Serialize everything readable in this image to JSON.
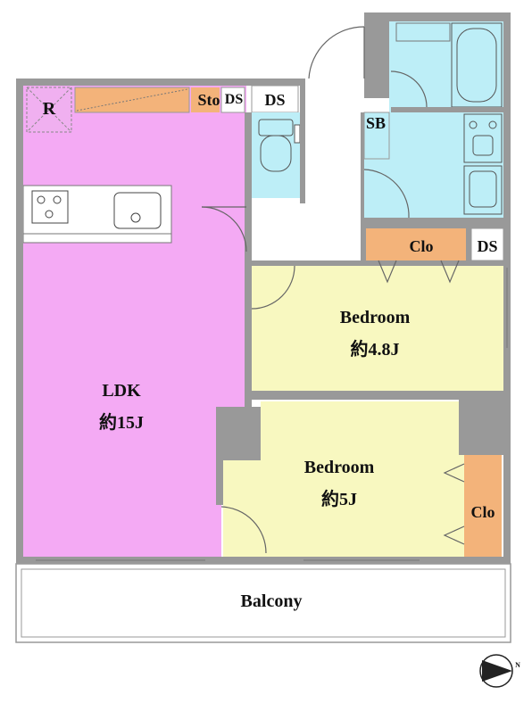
{
  "rooms": {
    "ldk": {
      "name": "LDK",
      "size": "約15J"
    },
    "bedroom1": {
      "name": "Bedroom",
      "size": "約4.8J"
    },
    "bedroom2": {
      "name": "Bedroom",
      "size": "約5J"
    },
    "balcony": {
      "name": "Balcony"
    }
  },
  "storage": {
    "sto": "Sto",
    "ds_top1": "DS",
    "ds_top2": "DS",
    "sb": "SB",
    "clo_top": "Clo",
    "ds_right": "DS",
    "clo_right": "Clo",
    "refrigerator": "R"
  },
  "compass": {
    "letter": "N"
  },
  "colors": {
    "ldk": "#f4aaf4",
    "bedroom": "#f8f8c0",
    "wet_area": "#bdeef7",
    "closet": "#f3b37a",
    "wall": "#999999"
  }
}
